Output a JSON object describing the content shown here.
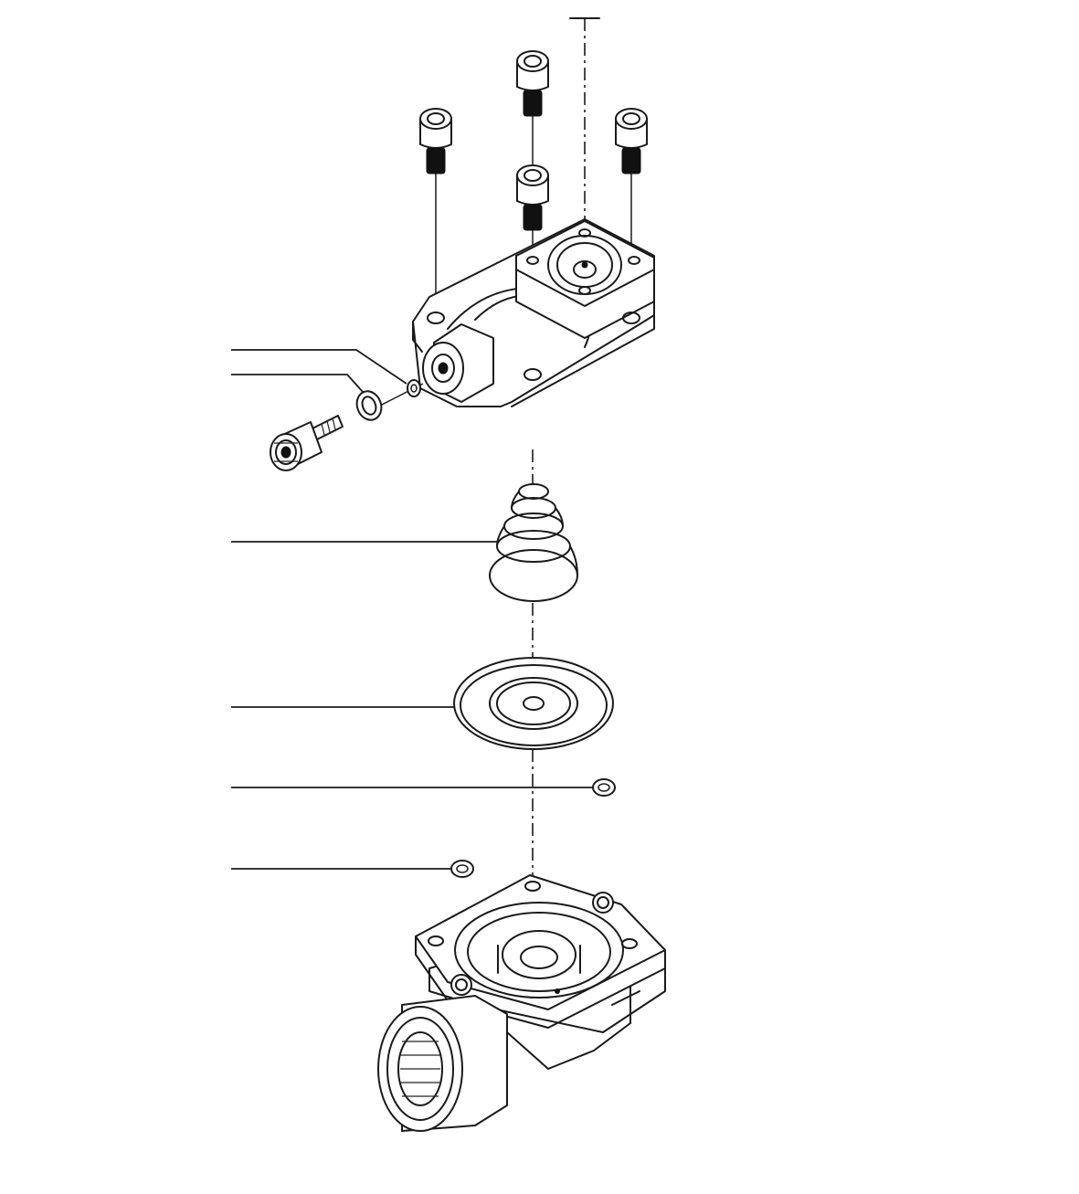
{
  "diagram": {
    "parts": [
      "socket-head-cap-screw",
      "valve-cover",
      "small-o-ring",
      "o-ring",
      "pilot-fitting",
      "conical-spring",
      "diaphragm",
      "o-ring-right",
      "o-ring-left",
      "valve-body"
    ],
    "stroke_color": "#1a1a1a",
    "background_color": "#ffffff"
  }
}
